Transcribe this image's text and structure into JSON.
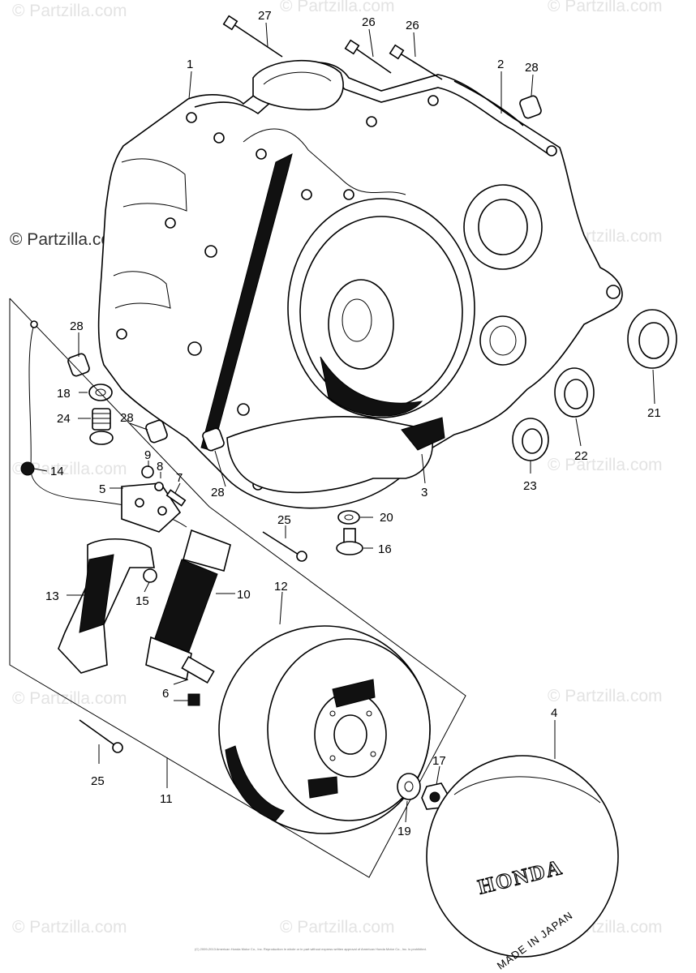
{
  "watermarks": {
    "text": "© Partzilla.com",
    "prominent": "© Partzilla.com"
  },
  "callouts": [
    {
      "id": "c1",
      "label": "1"
    },
    {
      "id": "c2",
      "label": "2"
    },
    {
      "id": "c3",
      "label": "3"
    },
    {
      "id": "c4",
      "label": "4"
    },
    {
      "id": "c5",
      "label": "5"
    },
    {
      "id": "c6",
      "label": "6"
    },
    {
      "id": "c7",
      "label": "7"
    },
    {
      "id": "c8",
      "label": "8"
    },
    {
      "id": "c9",
      "label": "9"
    },
    {
      "id": "c10",
      "label": "10"
    },
    {
      "id": "c11",
      "label": "11"
    },
    {
      "id": "c12",
      "label": "12"
    },
    {
      "id": "c13",
      "label": "13"
    },
    {
      "id": "c14",
      "label": "14"
    },
    {
      "id": "c15",
      "label": "15"
    },
    {
      "id": "c16",
      "label": "16"
    },
    {
      "id": "c17",
      "label": "17"
    },
    {
      "id": "c18",
      "label": "18"
    },
    {
      "id": "c19",
      "label": "19"
    },
    {
      "id": "c20",
      "label": "20"
    },
    {
      "id": "c21",
      "label": "21"
    },
    {
      "id": "c22",
      "label": "22"
    },
    {
      "id": "c23",
      "label": "23"
    },
    {
      "id": "c24",
      "label": "24"
    },
    {
      "id": "c25a",
      "label": "25"
    },
    {
      "id": "c25b",
      "label": "25"
    },
    {
      "id": "c26a",
      "label": "26"
    },
    {
      "id": "c26b",
      "label": "26"
    },
    {
      "id": "c27",
      "label": "27"
    },
    {
      "id": "c28a",
      "label": "28"
    },
    {
      "id": "c28b",
      "label": "28"
    },
    {
      "id": "c28c",
      "label": "28"
    },
    {
      "id": "c28d",
      "label": "28"
    }
  ],
  "cover_stamp": {
    "brand": "HONDA",
    "origin": "MADE IN JAPAN"
  },
  "fineprint": "(C) 2009-2013 American Honda Motor Co., Inc. Reproduction in whole or in part without express written approval of American Honda Motor Co., Inc. is prohibited."
}
